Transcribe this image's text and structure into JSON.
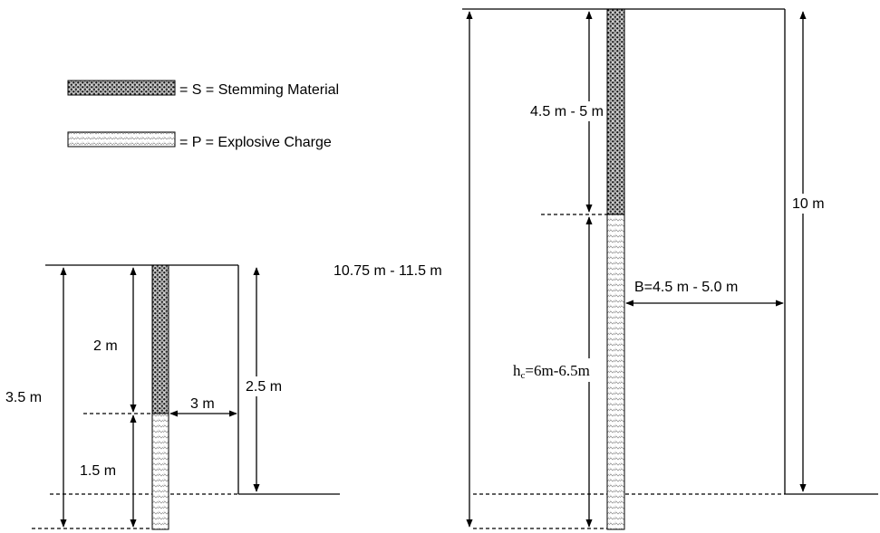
{
  "legend": {
    "stemming": "= S = Stemming Material",
    "explosive": "= P = Explosive Charge"
  },
  "small_hole": {
    "total_depth": "3.5 m",
    "stemming_length": "2 m",
    "charge_length": "1.5 m",
    "burden": "3 m",
    "bench_height": "2.5 m"
  },
  "large_hole": {
    "total_depth": "10.75 m - 11.5 m",
    "stemming_length": "4.5 m - 5 m",
    "charge_prefix": "h",
    "charge_sub": "c",
    "charge_value": "=6m-6.5m",
    "burden": "B=4.5 m - 5.0 m",
    "bench_height": "10 m"
  },
  "colors": {
    "line": "#000000",
    "background": "#ffffff"
  }
}
